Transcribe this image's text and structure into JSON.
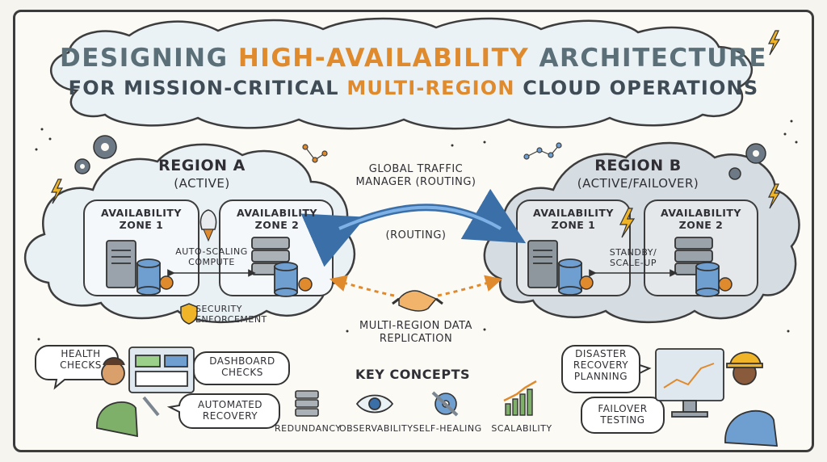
{
  "title": {
    "line1_a": "DESIGNING ",
    "line1_b": "HIGH-AVAILABILITY",
    "line1_c": " ARCHITECTURE",
    "line2_a": "FOR MISSION-CRITICAL ",
    "line2_b": "MULTI-REGION",
    "line2_c": " CLOUD OPERATIONS"
  },
  "region_a": {
    "title": "REGION A",
    "subtitle": "(ACTIVE)",
    "zone1": "AVAILABILITY ZONE 1",
    "zone2": "AVAILABILITY ZONE 2",
    "link_label": "AUTO-SCALING COMPUTE",
    "security": "SECURITY ENFORCEMENT"
  },
  "region_b": {
    "title": "REGION B",
    "subtitle": "(ACTIVE/FAILOVER)",
    "zone1": "AVAILABILITY ZONE 1",
    "zone2": "AVAILABILITY ZONE 2",
    "link_label": "STANDBY/ SCALE-UP"
  },
  "center": {
    "traffic_manager": "GLOBAL TRAFFIC MANAGER (ROUTING)",
    "routing": "(ROUTING)",
    "replication": "MULTI-REGION DATA REPLICATION"
  },
  "bubbles": {
    "health": "HEALTH CHECKS",
    "dashboard": "DASHBOARD CHECKS",
    "automated": "AUTOMATED RECOVERY",
    "disaster": "DISASTER RECOVERY PLANNING",
    "failover": "FAILOVER TESTING"
  },
  "key_concepts": {
    "heading": "KEY CONCEPTS",
    "items": [
      "REDUNDANCY",
      "OBSERVABILITY",
      "SELF-HEALING",
      "SCALABILITY"
    ]
  },
  "colors": {
    "accent_orange": "#e08a2e",
    "arrow_blue": "#4a86c8",
    "cloud_fill": "#e9f1f5",
    "cloud_b_fill": "#d6dde2",
    "title_slate": "#5b6f78"
  }
}
